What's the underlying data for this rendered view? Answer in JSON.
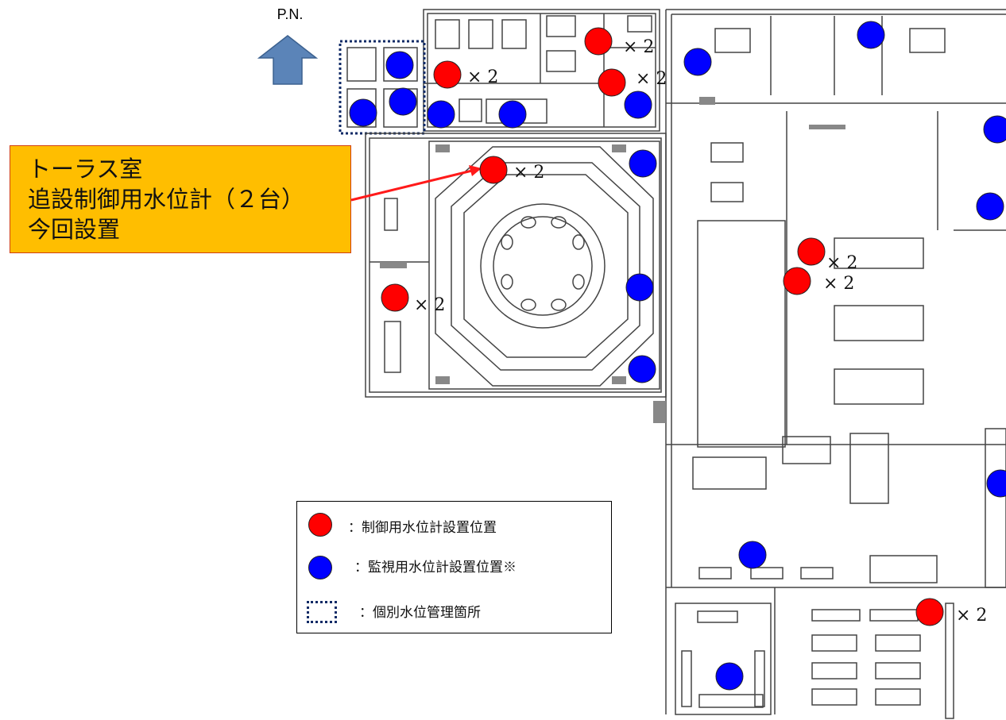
{
  "north": {
    "label": "P.N."
  },
  "callout": {
    "lines": [
      "トーラス室",
      "追設制御用水位計（２台）",
      "今回設置"
    ]
  },
  "legend": {
    "control": "：制御用水位計設置位置",
    "monitor": "：監視用水位計設置位置※",
    "individual": "：個別水位管理箇所"
  },
  "multiplier": "× 2",
  "colors": {
    "control": "#ff0000",
    "monitor": "#0000ff",
    "callout_bg": "#ffbe00",
    "north_arrow": "#5b84b8",
    "dotted_box": "#0f2a66"
  }
}
